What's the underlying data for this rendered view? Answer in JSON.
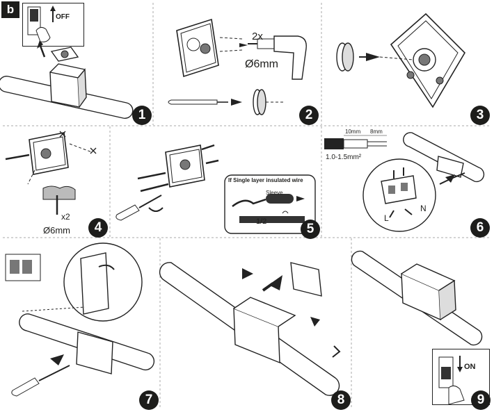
{
  "section_label": "b",
  "steps": [
    {
      "number": "1",
      "switch_label": "OFF"
    },
    {
      "number": "2",
      "multiplier": "2x",
      "drill_size": "Ø6mm"
    },
    {
      "number": "3"
    },
    {
      "number": "4",
      "anchor_count": "x2",
      "drill_size": "Ø6mm"
    },
    {
      "number": "5",
      "callout_title": "If Single layer insulated wire",
      "sleeve_label": "Sleeve",
      "fraction": "1/2"
    },
    {
      "number": "6",
      "strip_long": "10mm",
      "strip_short": "8mm",
      "wire_section": "1.0-1.5mm²",
      "live_label": "L",
      "neutral_label": "N"
    },
    {
      "number": "7"
    },
    {
      "number": "8"
    },
    {
      "number": "9",
      "switch_label": "ON"
    }
  ]
}
